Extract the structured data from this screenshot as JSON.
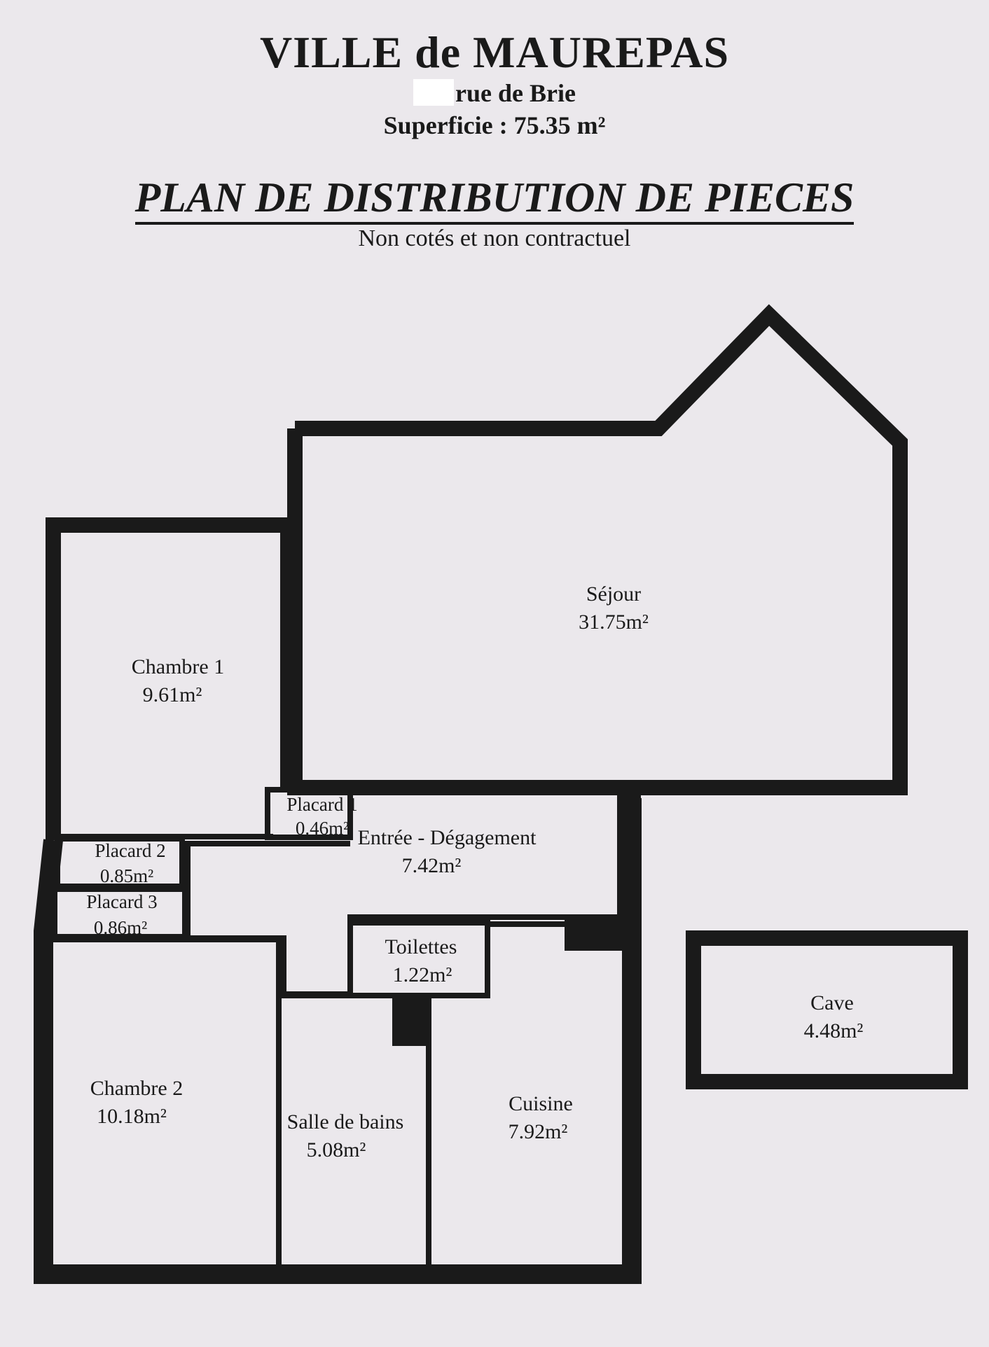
{
  "header": {
    "city": "VILLE de MAUREPAS",
    "street": "rue de Brie",
    "area": "Superficie : 75.35 m²",
    "plan_title": "PLAN DE DISTRIBUTION DE PIECES",
    "plan_subtitle": "Non cotés et non contractuel"
  },
  "rooms": {
    "sejour": {
      "name": "Séjour",
      "area": "31.75m²"
    },
    "chambre1": {
      "name": "Chambre 1",
      "area": "9.61m²"
    },
    "placard1": {
      "name": "Placard 1",
      "area": "0.46m²"
    },
    "entree": {
      "name": "Entrée - Dégagement",
      "area": "7.42m²"
    },
    "placard2": {
      "name": "Placard 2",
      "area": "0.85m²"
    },
    "placard3": {
      "name": "Placard 3",
      "area": "0.86m²"
    },
    "toilettes": {
      "name": "Toilettes",
      "area": "1.22m²"
    },
    "chambre2": {
      "name": "Chambre 2",
      "area": "10.18m²"
    },
    "sdb": {
      "name": "Salle de bains",
      "area": "5.08m²"
    },
    "cuisine": {
      "name": "Cuisine",
      "area": "7.92m²"
    },
    "cave": {
      "name": "Cave",
      "area": "4.48m²"
    }
  }
}
